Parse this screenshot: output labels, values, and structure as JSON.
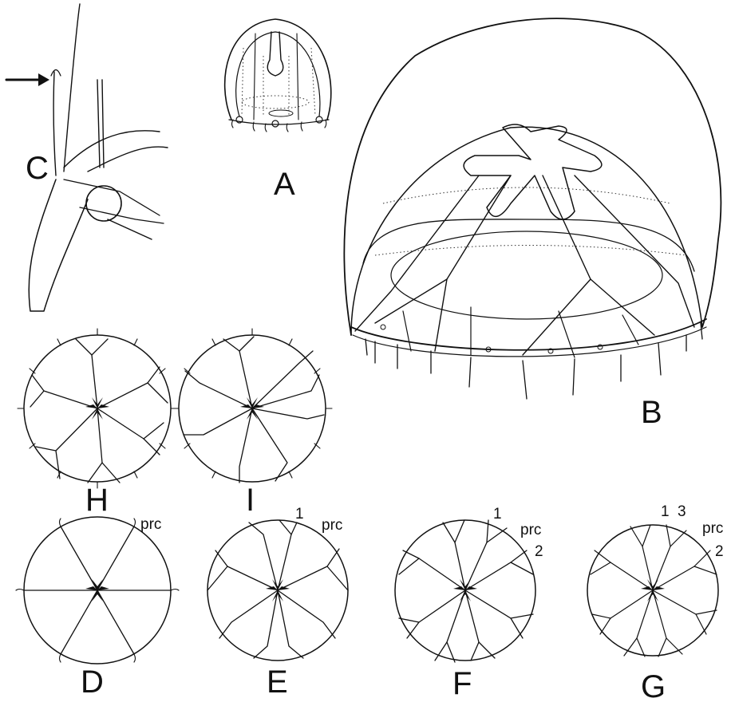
{
  "panels": [
    {
      "id": "A",
      "label": "A"
    },
    {
      "id": "B",
      "label": "B"
    },
    {
      "id": "C",
      "label": "C"
    },
    {
      "id": "D",
      "label": "D"
    },
    {
      "id": "E",
      "label": "E"
    },
    {
      "id": "F",
      "label": "F"
    },
    {
      "id": "G",
      "label": "G"
    },
    {
      "id": "H",
      "label": "H"
    },
    {
      "id": "I",
      "label": "I"
    }
  ],
  "annotations": {
    "prc": "prc",
    "num1": "1",
    "num2": "2",
    "num3": "3"
  }
}
